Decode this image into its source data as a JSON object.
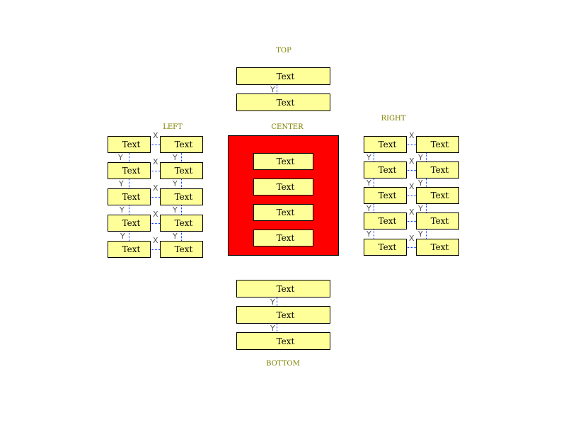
{
  "sections": {
    "top": {
      "label": "TOP",
      "boxes": [
        "Text",
        "Text"
      ]
    },
    "left": {
      "label": "LEFT",
      "boxes": [
        "Text",
        "Text",
        "Text",
        "Text",
        "Text",
        "Text",
        "Text",
        "Text",
        "Text",
        "Text"
      ]
    },
    "center": {
      "label": "CENTER",
      "boxes": [
        "Text",
        "Text",
        "Text",
        "Text"
      ]
    },
    "right": {
      "label": "RIGHT",
      "boxes": [
        "Text",
        "Text",
        "Text",
        "Text",
        "Text",
        "Text",
        "Text",
        "Text",
        "Text",
        "Text"
      ]
    },
    "bottom": {
      "label": "BOTTOM",
      "boxes": [
        "Text",
        "Text",
        "Text"
      ]
    }
  },
  "axis_labels": {
    "x": "X",
    "y": "Y"
  },
  "colors": {
    "box_fill": "#ffff99",
    "center_fill": "#ff0000",
    "label": "#808000",
    "connector": "#0033ff"
  }
}
